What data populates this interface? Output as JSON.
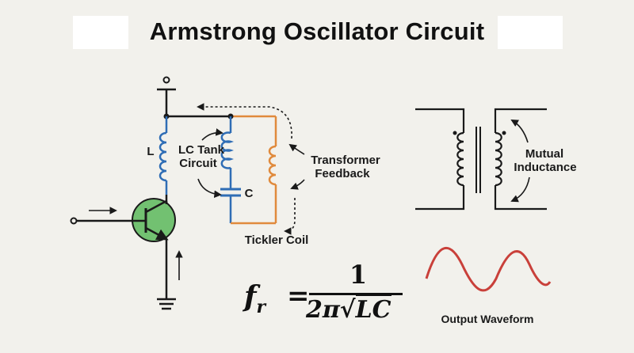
{
  "title": "Armstrong Oscillator Circuit",
  "labels": {
    "inductor": "L",
    "tank_line1": "LC Tank",
    "tank_line2": "Circuit",
    "capacitor": "C",
    "transformer_line1": "Transformer",
    "transformer_line2": "Feedback",
    "tickler": "Tickler Coil",
    "mutual_line1": "Mutual",
    "mutual_line2": "Inductance",
    "waveform": "Output Waveform"
  },
  "formula": {
    "lhs": "f",
    "lhs_sub": "r",
    "equals": "=",
    "numerator": "1",
    "denominator_prefix": "2π",
    "denominator_radicand": "LC"
  },
  "colors": {
    "background": "#f2f1ec",
    "wire": "#1a1a1a",
    "coil_blue": "#2f6db5",
    "coil_orange": "#e08a3c",
    "transistor_fill": "#5cb85c",
    "waveform": "#c9403a"
  }
}
